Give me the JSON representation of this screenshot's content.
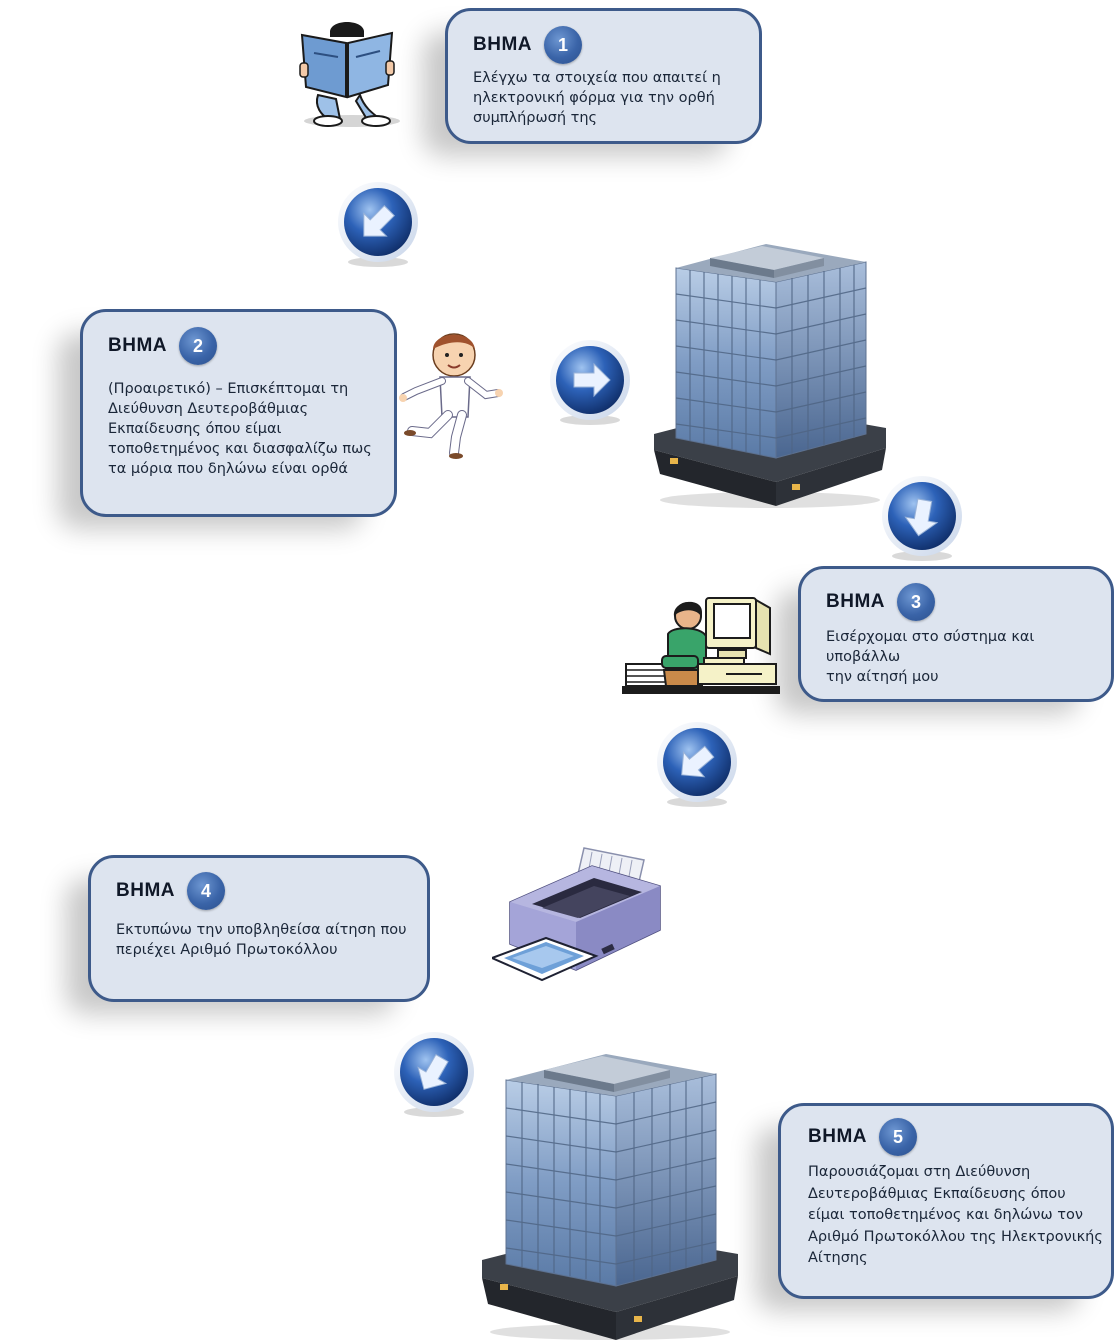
{
  "steps": [
    {
      "title": "ΒΗΜΑ",
      "number": "1",
      "text": "Ελέγχω τα στοιχεία που απαιτεί η\nηλεκτρονική φόρμα για την ορθή\nσυμπλήρωσή της"
    },
    {
      "title": "ΒΗΜΑ",
      "number": "2",
      "text": "(Προαιρετικό) – Επισκέπτομαι τη\nΔιεύθυνση Δευτεροβάθμιας\nΕκπαίδευσης όπου είμαι\nτοποθετημένος και διασφαλίζω πως\nτα μόρια που δηλώνω είναι ορθά"
    },
    {
      "title": "ΒΗΜΑ",
      "number": "3",
      "text": "Εισέρχομαι στο σύστημα και υποβάλλω\nτην αίτησή μου"
    },
    {
      "title": "ΒΗΜΑ",
      "number": "4",
      "text": "Εκτυπώνω την υποβληθείσα αίτηση που\nπεριέχει Αριθμό Πρωτοκόλλου"
    },
    {
      "title": "ΒΗΜΑ",
      "number": "5",
      "text": "Παρουσιάζομαι στη Διεύθυνση\nΔευτεροβάθμιας Εκπαίδευσης όπου\nείμαι τοποθετημένος και δηλώνω τον\nΑριθμό Πρωτοκόλλου της Ηλεκτρονικής\nΑίτησης"
    }
  ],
  "icons": [
    "reading-person-icon",
    "walking-boy-icon",
    "office-building-icon",
    "person-at-computer-icon",
    "printer-icon",
    "arrow-circle-icon"
  ],
  "colors": {
    "box_fill": "#dde4ef",
    "box_border": "#3d5a8a",
    "badge": "#3a64a8"
  }
}
